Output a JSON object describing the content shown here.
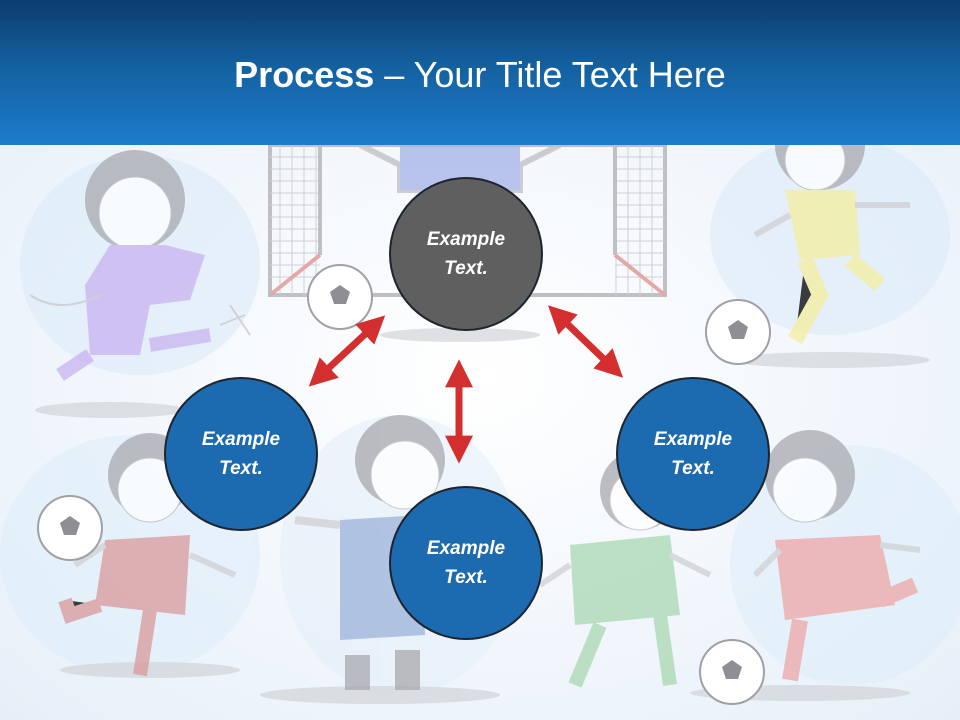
{
  "title": {
    "bold": "Process",
    "rest": " – Your Title Text Here"
  },
  "nodes": [
    {
      "id": "top",
      "line1": "Example",
      "line2": "Text.",
      "color": "#5f5f5f"
    },
    {
      "id": "left",
      "line1": "Example",
      "line2": "Text.",
      "color": "#1c6ab0"
    },
    {
      "id": "center",
      "line1": "Example",
      "line2": "Text.",
      "color": "#1c6ab0"
    },
    {
      "id": "right",
      "line1": "Example",
      "line2": "Text.",
      "color": "#1c6ab0"
    }
  ],
  "colors": {
    "arrow": "#d32f2f",
    "header_top": "#0c3d6e",
    "header_bottom": "#1d7ccc"
  },
  "icons": [
    "double-arrow-icon",
    "soccer-ball-icon",
    "soccer-goal-icon",
    "child-player-illustration"
  ]
}
